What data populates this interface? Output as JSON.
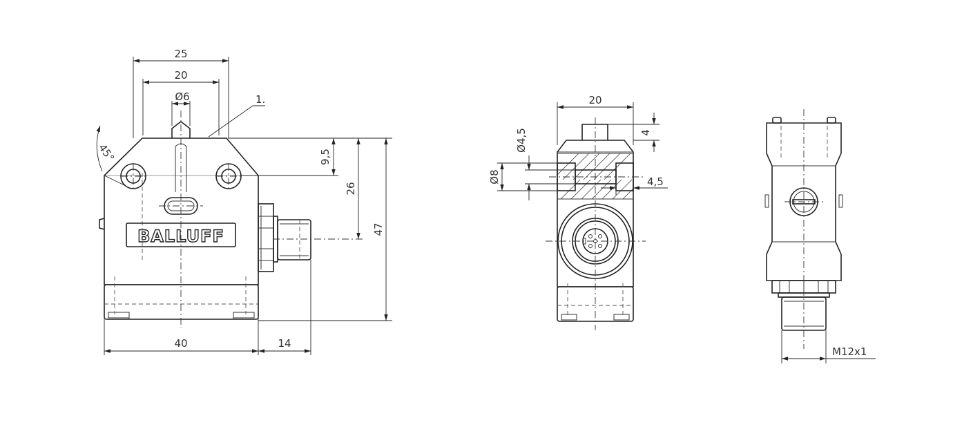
{
  "drawing": {
    "brand_logo": "BALLUFF",
    "front_view": {
      "dim_width_top": "25",
      "dim_width_inner": "20",
      "dim_plunger_dia": "Ø6",
      "dim_angle": "45°",
      "callout": "1.",
      "dim_hole_height": "9,5",
      "dim_axis_height": "26",
      "dim_total_height": "47",
      "dim_body_width": "40",
      "dim_connector_length": "14"
    },
    "side_view": {
      "dim_width": "20",
      "dim_plunger_height": "4",
      "dim_hole_dia": "Ø4,5",
      "dim_counterbore_dia": "Ø8",
      "dim_counterbore_depth": "4,5"
    },
    "back_view": {
      "dim_thread": "M12x1"
    }
  }
}
